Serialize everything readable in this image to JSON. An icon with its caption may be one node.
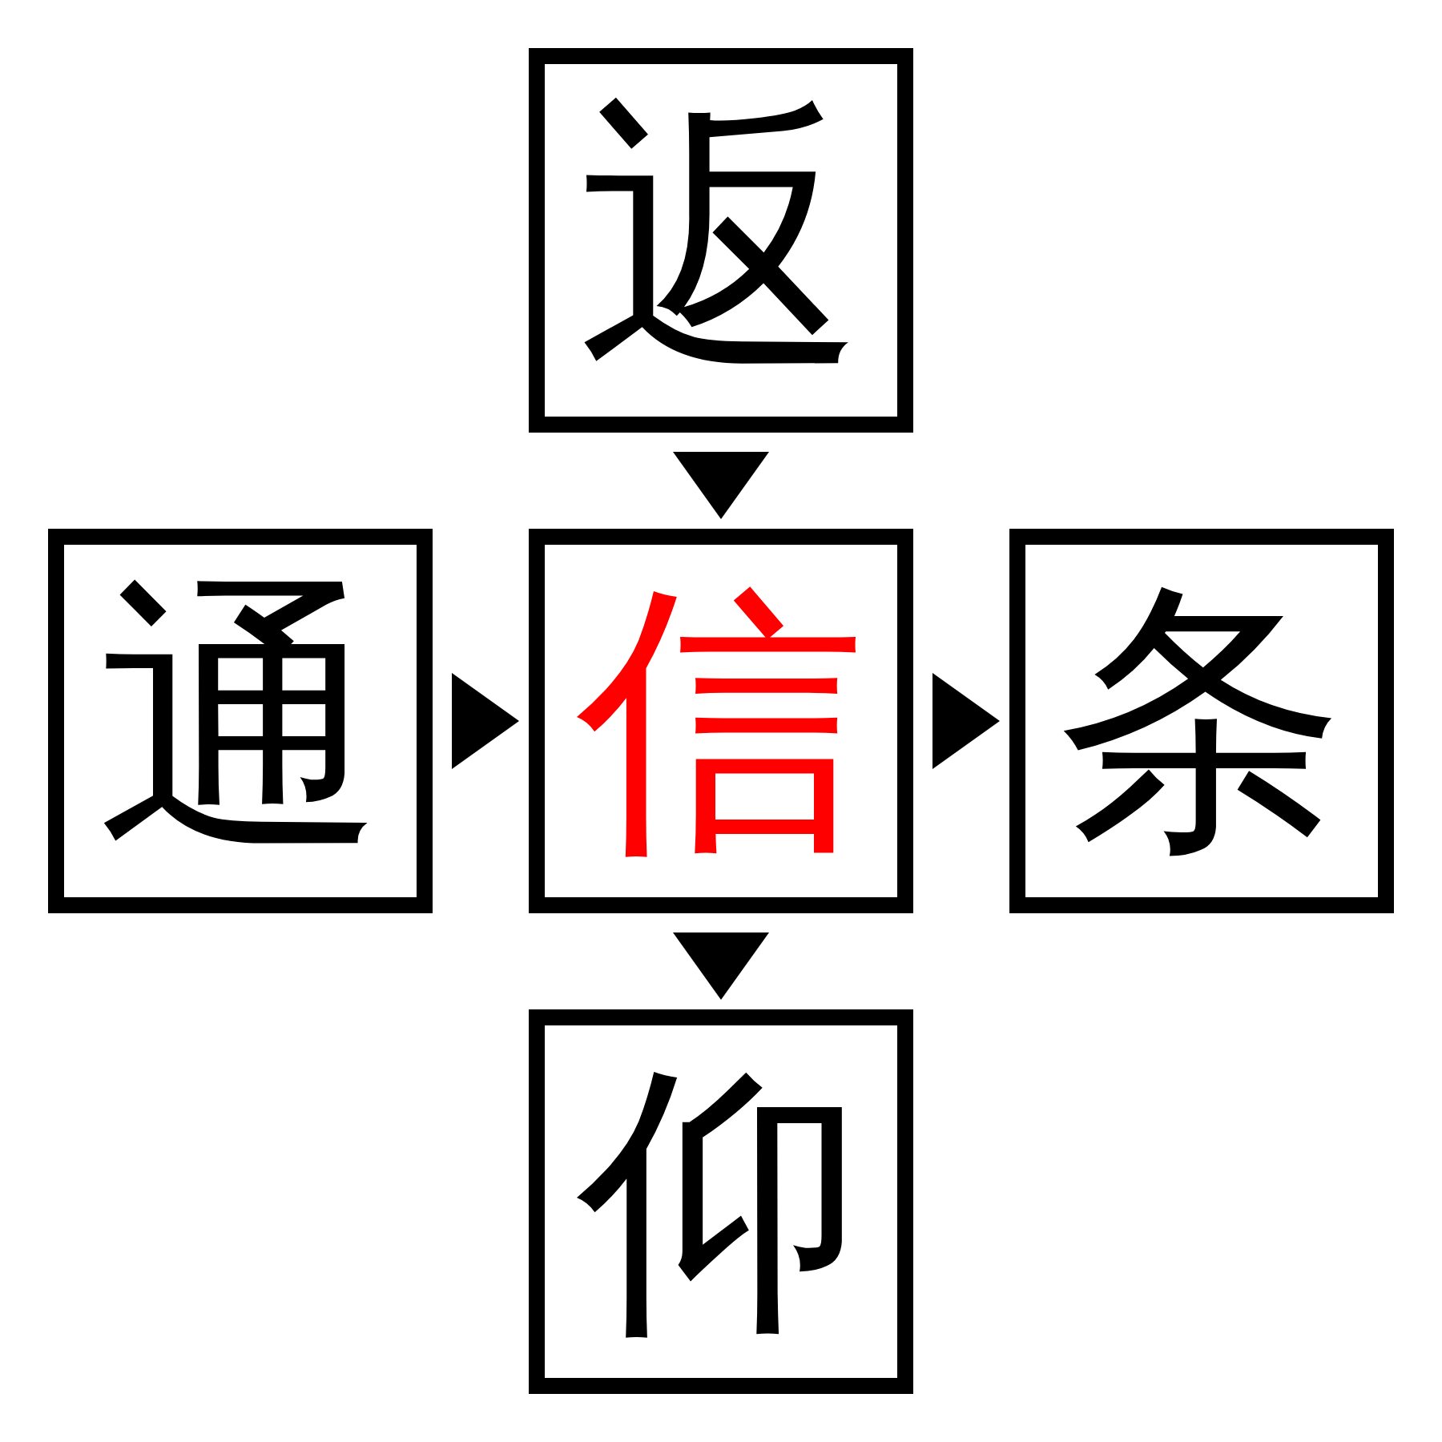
{
  "diagram": {
    "nodes": [
      {
        "text": [
          "返"
        ]
      },
      {
        "text": [
          "通"
        ]
      },
      {
        "text": [
          "信"
        ]
      },
      {
        "text": [
          "条"
        ]
      },
      {
        "text": [
          "仰"
        ]
      }
    ],
    "edges": [
      {
        "from": 0,
        "to": 2,
        "arrow": "to"
      },
      {
        "from": 1,
        "to": 2,
        "arrow": "to"
      },
      {
        "from": 2,
        "to": 3,
        "arrow": "to"
      },
      {
        "from": 2,
        "to": 4,
        "arrow": "to"
      }
    ]
  }
}
